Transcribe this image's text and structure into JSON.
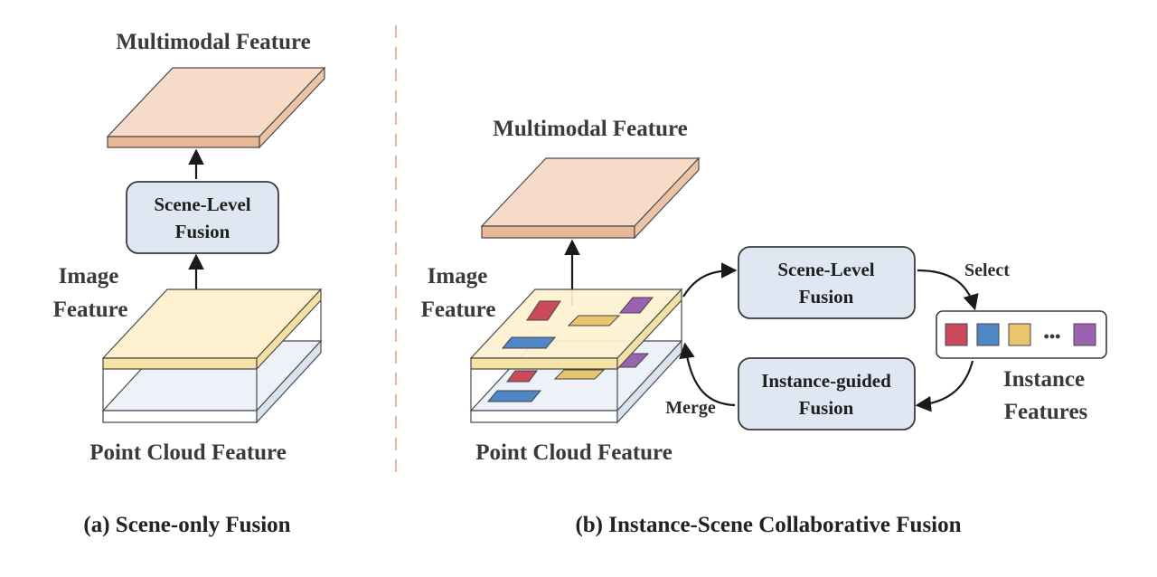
{
  "panel_a": {
    "top_label": "Multimodal Feature",
    "fusion_box": [
      "Scene-Level",
      "Fusion"
    ],
    "image_label": [
      "Image",
      "Feature"
    ],
    "bottom_label": "Point Cloud Feature",
    "caption": "(a) Scene-only Fusion"
  },
  "panel_b": {
    "top_label": "Multimodal Feature",
    "image_label": [
      "Image",
      "Feature"
    ],
    "bottom_label": "Point Cloud Feature",
    "scene_box": [
      "Scene-Level",
      "Fusion"
    ],
    "instance_box": [
      "Instance-guided",
      "Fusion"
    ],
    "select_label": "Select",
    "merge_label": "Merge",
    "instance_label": [
      "Instance",
      "Features"
    ],
    "ellipsis": "•••",
    "caption": "(b) Instance-Scene Collaborative Fusion"
  },
  "colors": {
    "multimodal_top": "#f6dcc8",
    "multimodal_side": "#e9b896",
    "image_top": "#fdf1cf",
    "image_side": "#f7e3a4",
    "pointcloud_top": "#edf2f8",
    "pointcloud_side": "#d9e4f0",
    "box_fill": "#dfe8f2",
    "divider": "#e9b896",
    "instance_colors": [
      "#c84a5c",
      "#4f86c6",
      "#e9c56e",
      "#9a62b0"
    ]
  }
}
